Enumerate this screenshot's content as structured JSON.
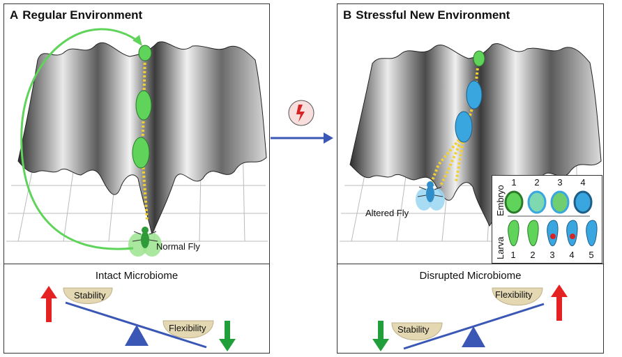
{
  "panel_a": {
    "letter": "A",
    "title": "Regular Environment",
    "fly_label": "Normal Fly",
    "microbiome_title": "Intact Microbiome",
    "seesaw": {
      "left_label": "Stability",
      "right_label": "Flexibility"
    }
  },
  "panel_b": {
    "letter": "B",
    "title": "Stressful New Environment",
    "fly_label": "Altered Fly",
    "microbiome_title": "Disrupted Microbiome",
    "seesaw": {
      "left_label": "Stability",
      "right_label": "Flexibility"
    },
    "inset": {
      "embryo_label": "Embryo",
      "larva_label": "Larva",
      "embryo_numbers": [
        "1",
        "2",
        "3",
        "4"
      ],
      "larva_numbers": [
        "1",
        "2",
        "3",
        "4",
        "5"
      ]
    }
  },
  "colors": {
    "normal_green": "#5fd35a",
    "altered_blue": "#3aa6e0",
    "arrow_red": "#e52222",
    "arrow_green": "#1f9e3a",
    "seesaw_blue": "#3a57b5",
    "dish_tan": "#e3d8b2",
    "stress_icon_fill": "#f9dede",
    "path_yellow": "#f0d032"
  }
}
